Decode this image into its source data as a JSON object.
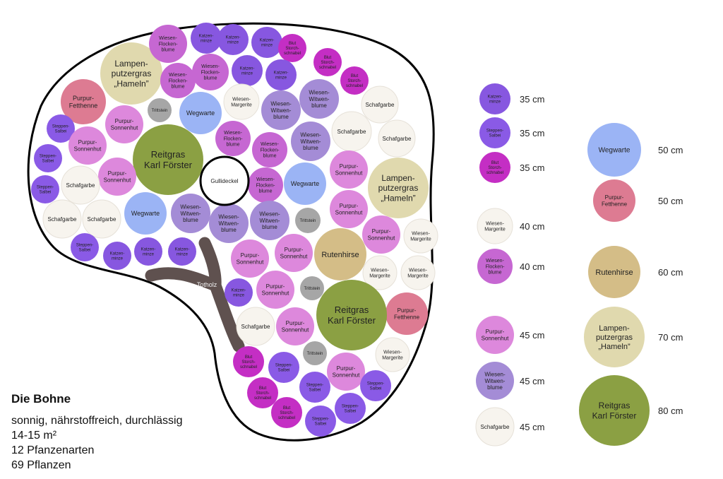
{
  "plan": {
    "title": "Die Bohne",
    "conditions": "sonnig, nährstoffreich, durchlässig",
    "area": "14-15 m²",
    "species_count": "12 Pfanzenarten",
    "plant_count": "69 Pflanzen",
    "gully_label": "Gullideckel",
    "deadwood_label": "Totholz"
  },
  "plants": {
    "katzenminze": {
      "label": "Katzen-\nminze",
      "color": "#8757e0",
      "height": "35 cm"
    },
    "steppensalbei": {
      "label": "Steppen-\nSalbei",
      "color": "#8a5ae6",
      "height": "35 cm"
    },
    "blutstorch": {
      "label": "Blut\nStorch-\nschnabel",
      "color": "#c42ec4",
      "height": "35 cm"
    },
    "margerite": {
      "label": "Wiesen-\nMargerite",
      "color": "#f7f4ee",
      "height": "40 cm"
    },
    "flocken": {
      "label": "Wiesen-\nFlocken-\nblume",
      "color": "#c667d2",
      "height": "40 cm"
    },
    "sonnenhut": {
      "label": "Purpur-\nSonnenhut",
      "color": "#dd88dc",
      "height": "45 cm"
    },
    "witwen": {
      "label": "Wiesen-\nWitwen-\nblume",
      "color": "#a48cd6",
      "height": "45 cm"
    },
    "schafgarbe": {
      "label": "Schafgarbe",
      "color": "#f7f4ee",
      "height": "45 cm"
    },
    "wegwarte": {
      "label": "Wegwarte",
      "color": "#9bb4f5",
      "height": "50 cm"
    },
    "fetthenne": {
      "label": "Purpur-\nFetthenne",
      "color": "#dd7b92",
      "height": "50 cm"
    },
    "rutenhirse": {
      "label": "Rutenhirse",
      "color": "#d4bd87",
      "height": "60 cm"
    },
    "lampen": {
      "label": "Lampen-\nputzergras\n„Hameln”",
      "color": "#e0d9ae",
      "height": "70 cm"
    },
    "reitgras": {
      "label": "Reitgras\nKarl Förster",
      "color": "#8ba043",
      "height": "80 cm"
    },
    "trittstein": {
      "label": "Trittstein",
      "color": "#a6a6a6"
    }
  },
  "legend_order": [
    "katzenminze",
    "steppensalbei",
    "blutstorch",
    "margerite",
    "flocken",
    "sonnenhut",
    "witwen",
    "schafgarbe",
    "wegwarte",
    "fetthenne",
    "rutenhirse",
    "lampen",
    "reitgras"
  ]
}
